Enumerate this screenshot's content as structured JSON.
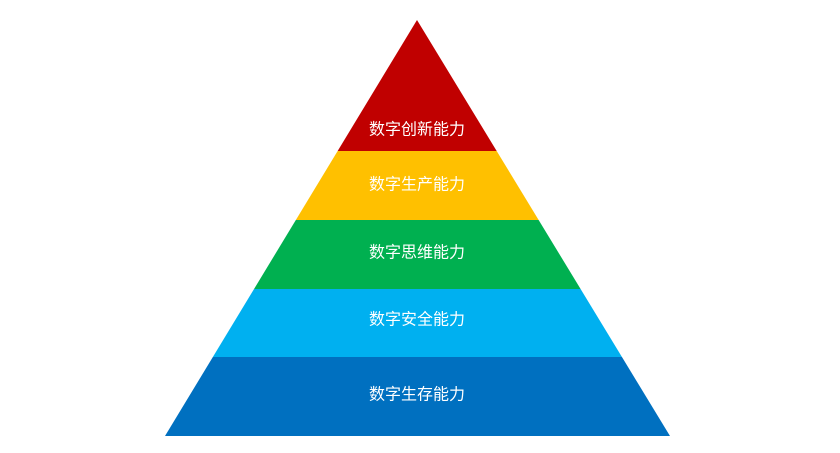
{
  "pyramid": {
    "layers": [
      {
        "label": "数字创新能力",
        "color": "#C00000"
      },
      {
        "label": "数字生产能力",
        "color": "#FFC000"
      },
      {
        "label": "数字思维能力",
        "color": "#00B050"
      },
      {
        "label": "数字安全能力",
        "color": "#00B0F0"
      },
      {
        "label": "数字生存能力",
        "color": "#0070C0"
      }
    ]
  }
}
